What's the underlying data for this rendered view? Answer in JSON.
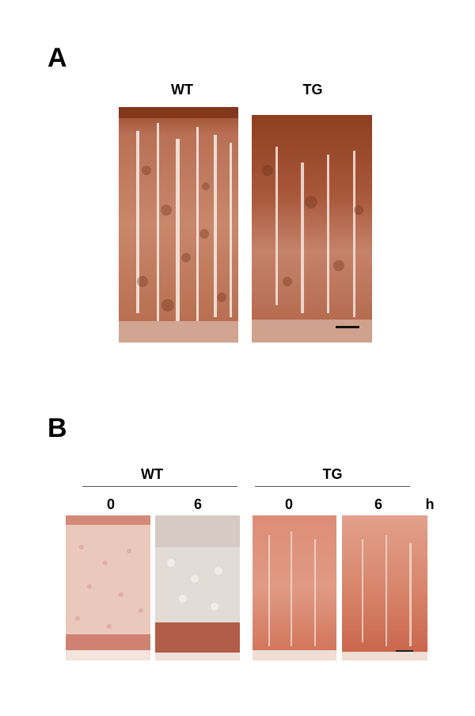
{
  "figure": {
    "panel_a": {
      "letter": "A",
      "labels": [
        "WT",
        "TG"
      ],
      "scale_bar": true
    },
    "panel_b": {
      "letter": "B",
      "groups": [
        "WT",
        "TG"
      ],
      "time_points": [
        "0",
        "6",
        "0",
        "6"
      ],
      "time_unit": "h",
      "scale_bar": true
    }
  },
  "colors": {
    "stain_brown_dark": "#8a3f22",
    "stain_brown": "#b86b4e",
    "stain_pink": "#d99a86",
    "tissue_light": "#ead3c4",
    "background": "#ffffff"
  }
}
